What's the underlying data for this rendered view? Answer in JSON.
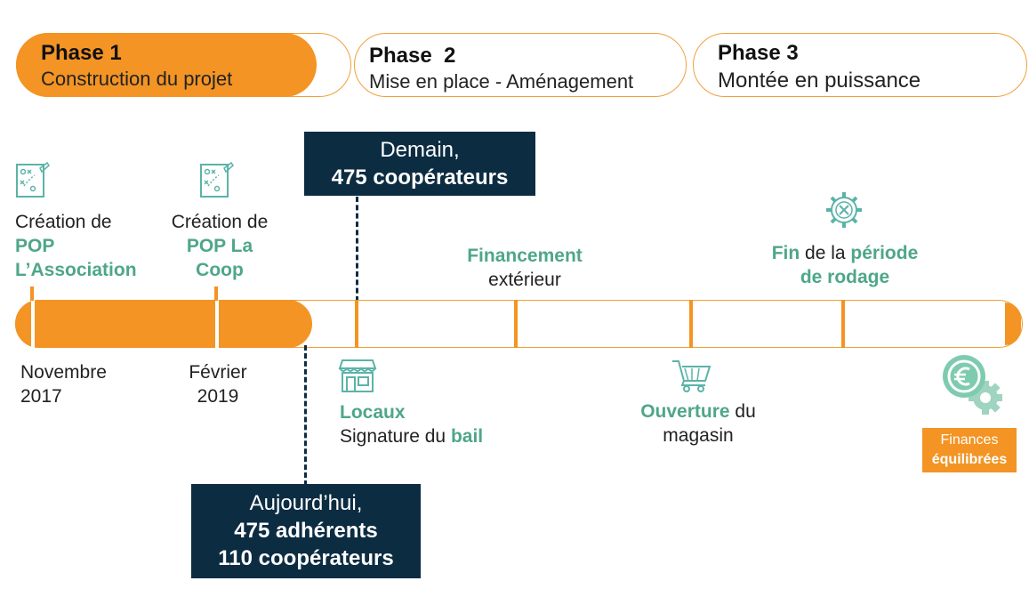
{
  "phases": [
    {
      "title": "Phase 1",
      "subtitle": "Construction du projet"
    },
    {
      "title": "Phase  2",
      "subtitle": "Mise en place - Aménagement"
    },
    {
      "title": "Phase 3",
      "subtitle": "Montée en puissance"
    }
  ],
  "milestones_top": {
    "pop_association": {
      "line1": "Création de",
      "line2": "POP",
      "line3": "L’Association",
      "icon": "strategy-plan-icon"
    },
    "pop_coop": {
      "line1": "Création de",
      "line2": "POP La",
      "line3": "Coop",
      "icon": "strategy-plan-icon"
    },
    "financement": {
      "bold": "Financement",
      "rest": "extérieur"
    },
    "rodage": {
      "bold1": "Fin",
      "mid": " de la ",
      "bold2": "période",
      "bold3": "de rodage",
      "icon": "gear-wrench-icon"
    }
  },
  "dates": {
    "nov_2017": {
      "line1": "Novembre",
      "line2": "2017"
    },
    "feb_2019": {
      "line1": "Février",
      "line2": "2019"
    }
  },
  "milestones_bottom": {
    "locaux": {
      "bold": "Locaux",
      "line2": "Signature du ",
      "bold2": "bail",
      "icon": "storefront-icon"
    },
    "ouverture": {
      "bold": "Ouverture",
      "rest": " du",
      "line2": "magasin",
      "icon": "shopping-cart-icon"
    },
    "finances": {
      "line1": "Finances",
      "line2": "équilibrées",
      "icon": "euro-gear-icon"
    }
  },
  "callouts": {
    "demain": {
      "line1": "Demain,",
      "line2": "475 coopérateurs"
    },
    "aujourdhui": {
      "line1": "Aujourd’hui,",
      "line2": "475 adhérents",
      "line3": "110 coopérateurs"
    }
  },
  "colors": {
    "orange": "#f39424",
    "navy": "#0c2c42",
    "green": "#4fa68a"
  }
}
